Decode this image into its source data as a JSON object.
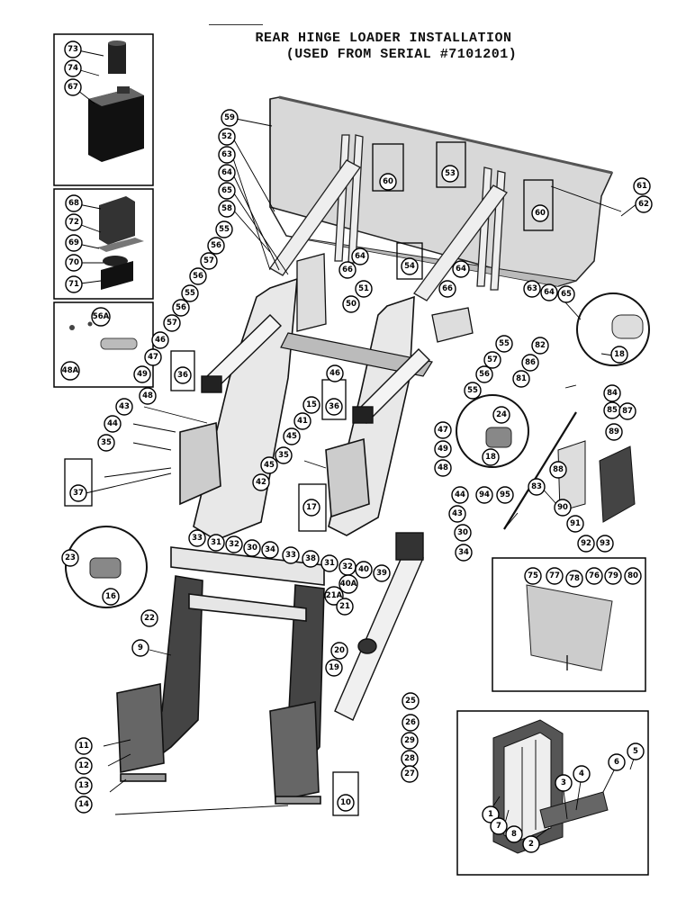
{
  "title": {
    "line1": "REAR HINGE LOADER INSTALLATION",
    "line2": "(USED FROM SERIAL #7101201)"
  },
  "callouts": {
    "c73": "73",
    "c74": "74",
    "c67": "67",
    "c68": "68",
    "c72": "72",
    "c69": "69",
    "c70": "70",
    "c71": "71",
    "c56A": "56A",
    "c48A": "48A",
    "c59": "59",
    "c52": "52",
    "c63": "63",
    "c64": "64",
    "c65": "65",
    "c58": "58",
    "c55a": "55",
    "c56a": "56",
    "c57a": "57",
    "c56b": "56",
    "c55b": "55",
    "c56c": "56",
    "c57b": "57",
    "c60a": "60",
    "c53": "53",
    "c60b": "60",
    "c61": "61",
    "c62": "62",
    "c64b": "64",
    "c66a": "66",
    "c54": "54",
    "c64c": "64",
    "c51": "51",
    "c66b": "66",
    "c63b": "63",
    "c64d": "64",
    "c65b": "65",
    "c50": "50",
    "c46a": "46",
    "c47a": "47",
    "c36a": "36",
    "c49a": "49",
    "c48a": "48",
    "c43a": "43",
    "c44a": "44",
    "c35a": "35",
    "c37": "37",
    "c15": "15",
    "c46b": "46",
    "c36b": "36",
    "c41": "41",
    "c45a": "45",
    "c35b": "35",
    "c45b": "45",
    "c42": "42",
    "c55c": "55",
    "c57c": "57",
    "c56d": "56",
    "c55d": "55",
    "c82": "82",
    "c86": "86",
    "c81": "81",
    "c84": "84",
    "c18a": "18",
    "c24": "24",
    "c18b": "18",
    "c85": "85",
    "c87": "87",
    "c89": "89",
    "c47b": "47",
    "c49b": "49",
    "c48b": "48",
    "c88": "88",
    "c90": "90",
    "c83": "83",
    "c91": "91",
    "c92": "92",
    "c93": "93",
    "c44b": "44",
    "c94": "94",
    "c95": "95",
    "c43b": "43",
    "c17": "17",
    "c30a": "30",
    "c34a": "34",
    "c33a": "33",
    "c31a": "31",
    "c32a": "32",
    "c30b": "30",
    "c34b": "34",
    "c23": "23",
    "c16": "16",
    "c33b": "33",
    "c38": "38",
    "c31b": "31",
    "c32b": "32",
    "c40": "40",
    "c39": "39",
    "c40A": "40A",
    "c21A": "21A",
    "c21": "21",
    "c22": "22",
    "c9": "9",
    "c20": "20",
    "c19": "19",
    "c25": "25",
    "c75": "75",
    "c77": "77",
    "c78": "78",
    "c76": "76",
    "c79": "79",
    "c80": "80",
    "c26": "26",
    "c29": "29",
    "c28": "28",
    "c27": "27",
    "c11": "11",
    "c12": "12",
    "c13": "13",
    "c14": "14",
    "c10": "10",
    "c5": "5",
    "c6": "6",
    "c4": "4",
    "c3": "3",
    "c1": "1",
    "c7": "7",
    "c8": "8",
    "c2": "2"
  }
}
